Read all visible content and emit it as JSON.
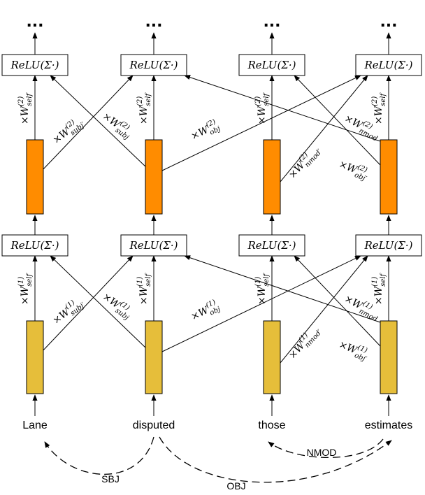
{
  "colors": {
    "layer1_bar": "#E6BE3A",
    "layer2_bar": "#FF8C00",
    "stroke": "#000000"
  },
  "ellipsis": "...",
  "relu_label": "ReLU(Σ·)",
  "words": [
    "Lane",
    "disputed",
    "those",
    "estimates"
  ],
  "dependencies": [
    {
      "label": "SBJ",
      "from": "disputed",
      "to": "Lane"
    },
    {
      "label": "OBJ",
      "from": "disputed",
      "to": "estimates"
    },
    {
      "label": "NMOD",
      "from": "estimates",
      "to": "those"
    }
  ],
  "layers": [
    {
      "id": 1,
      "weights": {
        "self": {
          "base": "×W",
          "sup": "(1)",
          "sub": "self"
        },
        "subj_prime": {
          "base": "×W",
          "sup": "(1)",
          "sub": "subj′"
        },
        "subj": {
          "base": "×W",
          "sup": "(1)",
          "sub": "subj"
        },
        "obj": {
          "base": "×W",
          "sup": "(1)",
          "sub": "obj"
        },
        "nmod_prime": {
          "base": "×W",
          "sup": "(1)",
          "sub": "nmod′"
        },
        "nmod": {
          "base": "×W",
          "sup": "(1)",
          "sub": "nmod"
        },
        "obj_prime": {
          "base": "×W",
          "sup": "(1)",
          "sub": "obj′"
        }
      }
    },
    {
      "id": 2,
      "weights": {
        "self": {
          "base": "×W",
          "sup": "(2)",
          "sub": "self"
        },
        "subj_prime": {
          "base": "×W",
          "sup": "(2)",
          "sub": "subj′"
        },
        "subj": {
          "base": "×W",
          "sup": "(2)",
          "sub": "subj"
        },
        "obj": {
          "base": "×W",
          "sup": "(2)",
          "sub": "obj"
        },
        "nmod_prime": {
          "base": "×W",
          "sup": "(2)",
          "sub": "nmod′"
        },
        "nmod": {
          "base": "×W",
          "sup": "(2)",
          "sub": "nmod"
        },
        "obj_prime": {
          "base": "×W",
          "sup": "(2)",
          "sub": "obj′"
        }
      }
    }
  ]
}
